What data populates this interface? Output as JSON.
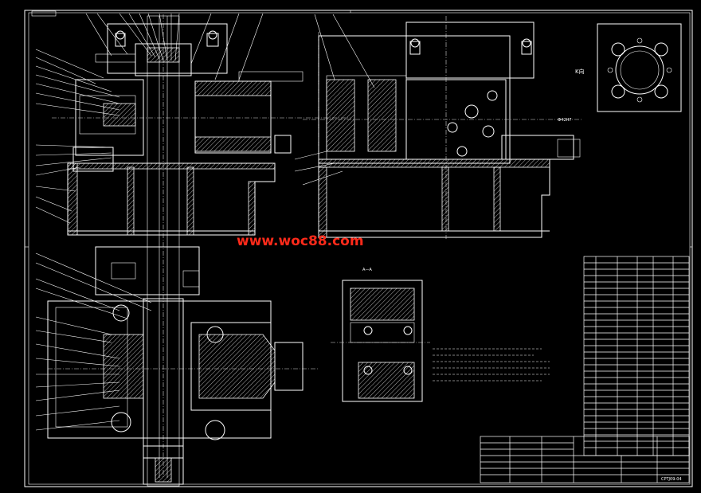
{
  "drawing": {
    "watermark": "www.woc88.com",
    "view_label_k": "K向",
    "drawing_code": "CPTJ09-04",
    "colors": {
      "background": "#000000",
      "linework": "#ffffff",
      "watermark": "#ff2a1a"
    }
  }
}
